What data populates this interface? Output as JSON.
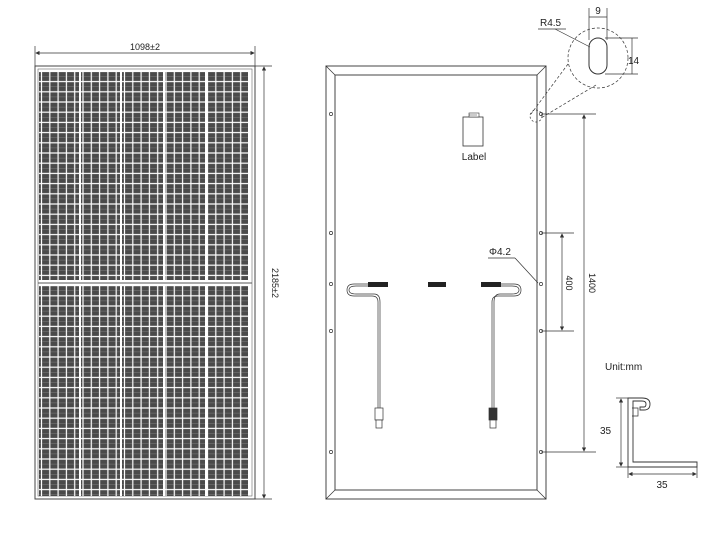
{
  "front_view": {
    "width_dim": "1098±2",
    "height_dim": "2185±2"
  },
  "back_view": {
    "label_text": "Label",
    "hole_diameter": "Φ4.2",
    "hole_spacing_inner": "400",
    "hole_spacing_outer": "1400"
  },
  "slot_detail": {
    "radius": "R4.5",
    "width": "9",
    "height": "14"
  },
  "profile": {
    "unit": "Unit:mm",
    "height": "35",
    "width": "35"
  }
}
